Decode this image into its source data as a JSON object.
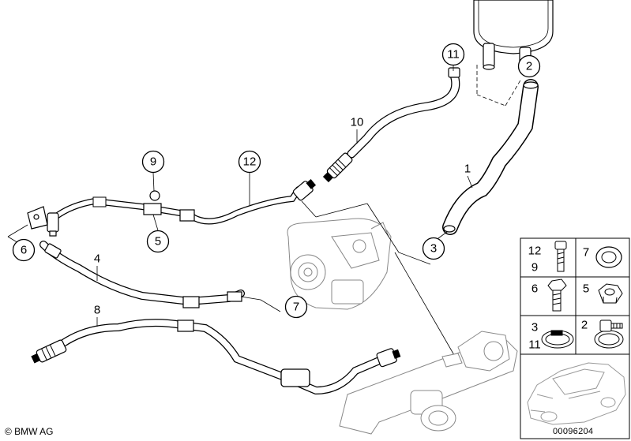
{
  "callouts": {
    "c11": "11",
    "c2": "2",
    "c9": "9",
    "c12": "12",
    "c5": "5",
    "c6": "6",
    "c3": "3",
    "c7": "7"
  },
  "labels": {
    "l10": "10",
    "l1": "1",
    "l4": "4",
    "l8": "8"
  },
  "legend": {
    "r1a": "12",
    "r1b": "9",
    "r1c": "7",
    "r2a": "6",
    "r2b": "5",
    "r3a": "3",
    "r3b": "11",
    "r3c": "2"
  },
  "footer": {
    "copyright": "© BMW AG",
    "doc_number": "00096204"
  }
}
